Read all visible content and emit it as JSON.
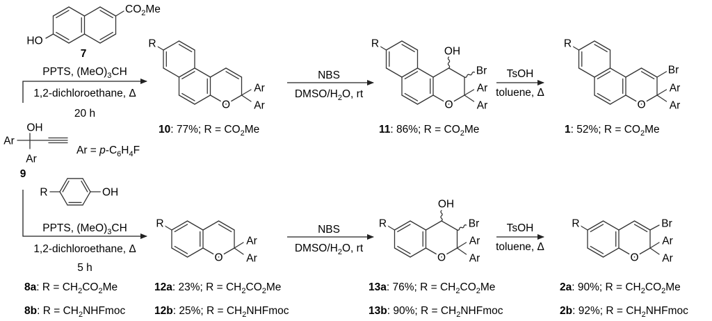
{
  "atoms": {
    "R": "R",
    "O": "O",
    "Ar": "Ar",
    "Br": "Br",
    "OH": "OH",
    "HO": "HO"
  },
  "reagents": {
    "naphthol_substituent": [
      {
        "t": "CO"
      },
      {
        "t": "2",
        "s": "sub"
      },
      {
        "t": "Me"
      }
    ],
    "label_7": "7",
    "label_9": "9",
    "ar_definition": [
      {
        "t": "Ar = "
      },
      {
        "t": "p",
        "s": "i"
      },
      {
        "t": "-C"
      },
      {
        "t": "6",
        "s": "sub"
      },
      {
        "t": "H"
      },
      {
        "t": "4",
        "s": "sub"
      },
      {
        "t": "F"
      }
    ]
  },
  "conditions": {
    "top_step1": {
      "above": [
        {
          "t": "PPTS, (MeO)"
        },
        {
          "t": "3",
          "s": "sub"
        },
        {
          "t": "CH"
        }
      ],
      "below": [
        {
          "t": "1,2-dichloroethane, Δ"
        }
      ],
      "time": "20 h"
    },
    "bottom_step1": {
      "above": [
        {
          "t": "PPTS, (MeO)"
        },
        {
          "t": "3",
          "s": "sub"
        },
        {
          "t": "CH"
        }
      ],
      "below": [
        {
          "t": "1,2-dichloroethane, Δ"
        }
      ],
      "time": "5 h"
    },
    "bromohydrin": {
      "above": "NBS",
      "below": [
        {
          "t": "DMSO/H"
        },
        {
          "t": "2",
          "s": "sub"
        },
        {
          "t": "O, rt"
        }
      ]
    },
    "dehydration": {
      "above": "TsOH",
      "below": "toluene, Δ"
    }
  },
  "labels": {
    "c10": [
      {
        "t": "10",
        "s": "b"
      },
      {
        "t": ": 77%; R = CO"
      },
      {
        "t": "2",
        "s": "sub"
      },
      {
        "t": "Me"
      }
    ],
    "c11": [
      {
        "t": "11",
        "s": "b"
      },
      {
        "t": ": 86%; R = CO"
      },
      {
        "t": "2",
        "s": "sub"
      },
      {
        "t": "Me"
      }
    ],
    "c1": [
      {
        "t": "1",
        "s": "b"
      },
      {
        "t": ": 52%; R = CO"
      },
      {
        "t": "2",
        "s": "sub"
      },
      {
        "t": "Me"
      }
    ],
    "c8a": [
      {
        "t": "8a",
        "s": "b"
      },
      {
        "t": ": R = CH"
      },
      {
        "t": "2",
        "s": "sub"
      },
      {
        "t": "CO"
      },
      {
        "t": "2",
        "s": "sub"
      },
      {
        "t": "Me"
      }
    ],
    "c8b": [
      {
        "t": "8b",
        "s": "b"
      },
      {
        "t": ": R = CH"
      },
      {
        "t": "2",
        "s": "sub"
      },
      {
        "t": "NHFmoc"
      }
    ],
    "c12a": [
      {
        "t": "12a",
        "s": "b"
      },
      {
        "t": ": 23%; R = CH"
      },
      {
        "t": "2",
        "s": "sub"
      },
      {
        "t": "CO"
      },
      {
        "t": "2",
        "s": "sub"
      },
      {
        "t": "Me"
      }
    ],
    "c12b": [
      {
        "t": "12b",
        "s": "b"
      },
      {
        "t": ": 25%; R = CH"
      },
      {
        "t": "2",
        "s": "sub"
      },
      {
        "t": "NHFmoc"
      }
    ],
    "c13a": [
      {
        "t": "13a",
        "s": "b"
      },
      {
        "t": ": 76%; R = CH"
      },
      {
        "t": "2",
        "s": "sub"
      },
      {
        "t": "CO"
      },
      {
        "t": "2",
        "s": "sub"
      },
      {
        "t": "Me"
      }
    ],
    "c13b": [
      {
        "t": "13b",
        "s": "b"
      },
      {
        "t": ": 90%; R = CH"
      },
      {
        "t": "2",
        "s": "sub"
      },
      {
        "t": "NHFmoc"
      }
    ],
    "c2a": [
      {
        "t": "2a",
        "s": "b"
      },
      {
        "t": ": 90%; R = CH"
      },
      {
        "t": "2",
        "s": "sub"
      },
      {
        "t": "CO"
      },
      {
        "t": "2",
        "s": "sub"
      },
      {
        "t": "Me"
      }
    ],
    "c2b": [
      {
        "t": "2b",
        "s": "b"
      },
      {
        "t": ": 92%; R = CH"
      },
      {
        "t": "2",
        "s": "sub"
      },
      {
        "t": "NHFmoc"
      }
    ]
  }
}
